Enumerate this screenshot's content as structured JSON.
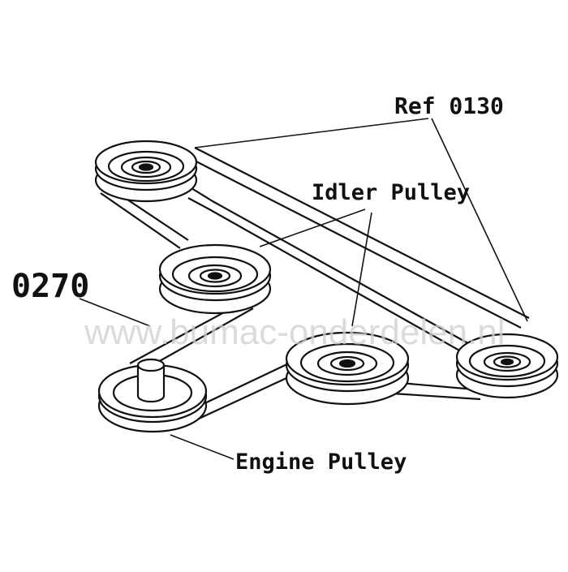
{
  "labels": {
    "ref": "Ref 0130",
    "idler": "Idler Pulley",
    "part": "0270",
    "engine": "Engine Pulley"
  },
  "watermark": "www.bumac-onderdelen.nl",
  "colors": {
    "line": "#111111",
    "background": "#ffffff",
    "watermark": "#cfcfcf"
  }
}
